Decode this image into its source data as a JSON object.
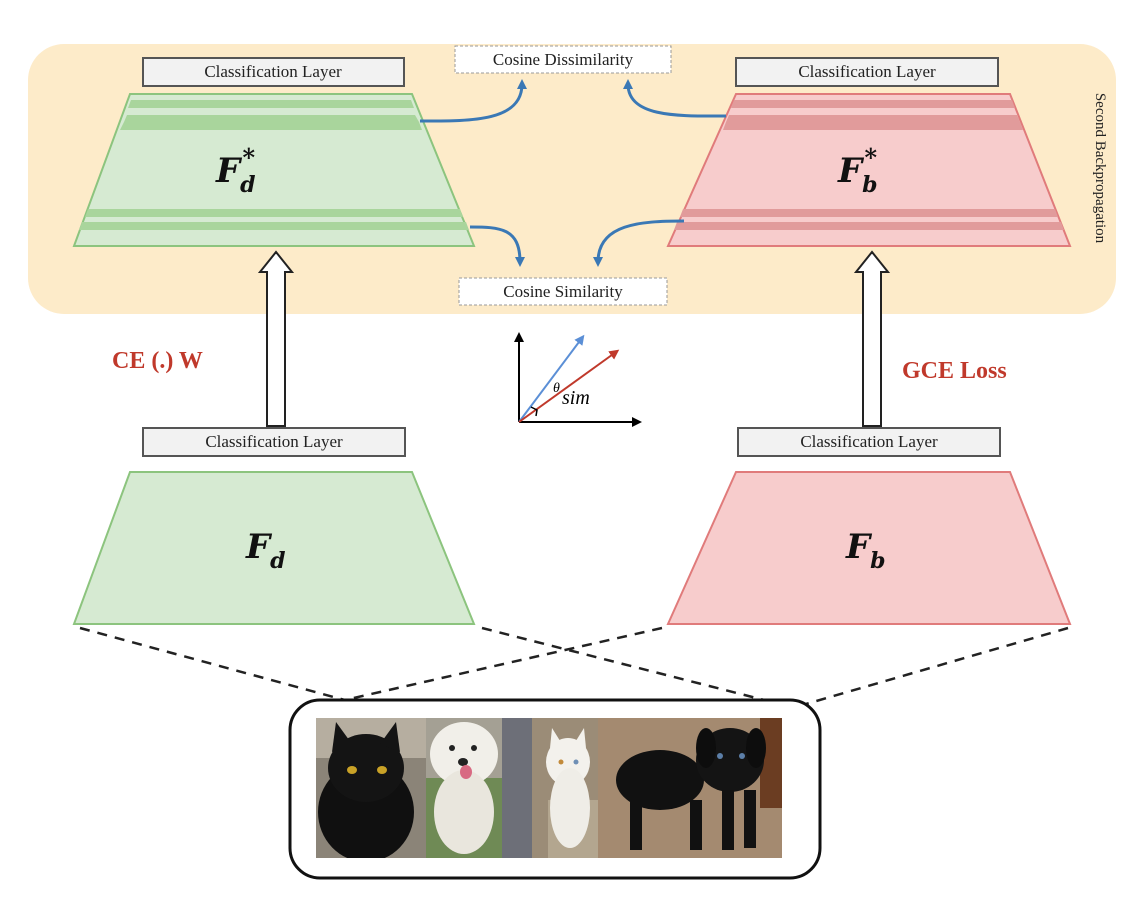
{
  "labels": {
    "classification_layer": "Classification Layer",
    "cosine_dissimilarity": "Cosine Dissimilarity",
    "cosine_similarity": "Cosine Similarity",
    "second_backprop": "Second Backpropagation",
    "ce_loss": "CE (.) W",
    "gce_loss": "GCE Loss",
    "theta": "θ",
    "sim": "sim"
  },
  "models": {
    "fd_star": {
      "base": "F",
      "sub": "d",
      "sup": "*"
    },
    "fb_star": {
      "base": "F",
      "sub": "b",
      "sup": "*"
    },
    "fd": {
      "base": "F",
      "sub": "d"
    },
    "fb": {
      "base": "F",
      "sub": "b"
    }
  },
  "colors": {
    "highlight_bg": "#fdebc9",
    "green_fill": "#d6ead2",
    "green_stroke": "#8cc47e",
    "green_band": "#a9d59c",
    "red_fill": "#f7cccc",
    "red_stroke": "#e07b7b",
    "red_band": "#e19b9b",
    "arrow_blue": "#3a78b5",
    "loss_red": "#c0392b",
    "vector_blue": "#5b8fd6",
    "vector_red": "#c0392b"
  },
  "images": [
    "black-cat",
    "white-dog",
    "white-cat",
    "black-dog"
  ]
}
